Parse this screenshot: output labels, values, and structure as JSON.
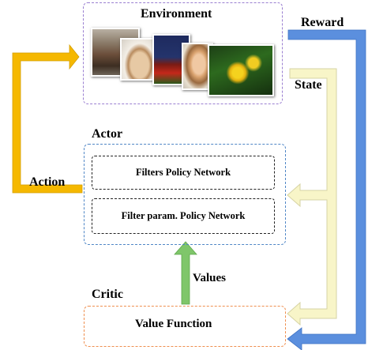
{
  "environment": {
    "title": "Environment",
    "images": [
      "building-photo",
      "food-photo",
      "flowers-photo",
      "portrait-photo",
      "yellow-flowers-photo"
    ]
  },
  "actor": {
    "title": "Actor",
    "filters_network": "Filters Policy Network",
    "param_network": "Filter param. Policy Network"
  },
  "critic": {
    "title": "Critic",
    "value_function": "Value Function"
  },
  "edges": {
    "reward": "Reward",
    "state": "State",
    "action": "Action",
    "values": "Values"
  },
  "colors": {
    "reward_arrow": "#5b8fde",
    "state_arrow": "#f8f5c8",
    "state_arrow_border": "#d6d3a4",
    "action_arrow": "#f5b800",
    "values_arrow": "#7fc66a",
    "environment_border": "#9a7fd1",
    "actor_border": "#4f86c6",
    "critic_border": "#ef8f4f"
  }
}
